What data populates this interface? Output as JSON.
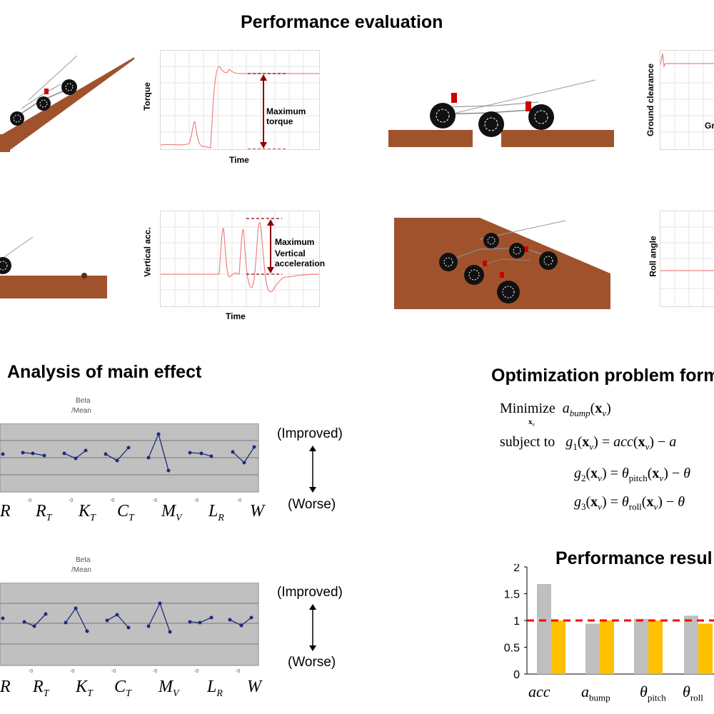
{
  "headings": {
    "performance": "Performance evaluation",
    "main_effect": "Analysis of main effect",
    "optimization": "Optimization problem form",
    "results": "Performance resul"
  },
  "sim_panels": {
    "torque": {
      "ylabel": "Torque",
      "xlabel": "Time",
      "annotation": "Maximum torque"
    },
    "ground": {
      "ylabel": "Ground clearance",
      "partial_text": "Gr"
    },
    "vertical": {
      "ylabel": "Vertical acc.",
      "xlabel": "Time",
      "annotation_line1": "Maximum",
      "annotation_line2": "Vertical acceleration"
    },
    "roll": {
      "ylabel": "Roll angle"
    }
  },
  "main_effect_charts": [
    {
      "title_line1": "Beta",
      "title_line2": "/Mean",
      "improved": "(Improved)",
      "worse": "(Worse)"
    },
    {
      "title_line1": "Beta",
      "title_line2": "/Mean",
      "improved": "(Improved)",
      "worse": "(Worse)"
    }
  ],
  "factor_labels": [
    {
      "base": "R",
      "sub": ""
    },
    {
      "base": "R",
      "sub": "T"
    },
    {
      "base": "K",
      "sub": "T"
    },
    {
      "base": "C",
      "sub": "T"
    },
    {
      "base": "M",
      "sub": "V"
    },
    {
      "base": "L",
      "sub": "R"
    },
    {
      "base": "W",
      "sub": ""
    }
  ],
  "optimization": {
    "minimize": "Minimize",
    "subject_to": "subject to"
  },
  "chart_data": {
    "type": "bar",
    "title": "Performance resul",
    "categories": [
      "acc",
      "a_bump",
      "θ_pitch",
      "θ_roll"
    ],
    "series": [
      {
        "values": [
          1.68,
          0.94,
          1.03,
          1.09
        ],
        "color": "#bfbfbf"
      },
      {
        "values": [
          1.0,
          1.0,
          1.0,
          0.94
        ],
        "color": "#ffc000"
      }
    ],
    "reference_line": {
      "value": 1.0,
      "color": "#ff0000",
      "style": "dashed"
    },
    "ylim": [
      0,
      2
    ],
    "yticks": [
      "0",
      "0.5",
      "1",
      "1.5",
      "2"
    ],
    "grid": false
  },
  "colors": {
    "ground": "#a0522d",
    "curve": "#f08080",
    "annotation": "#8b0000",
    "effect_line": "#1f2a80",
    "effect_bg": "#c0c0c0"
  }
}
